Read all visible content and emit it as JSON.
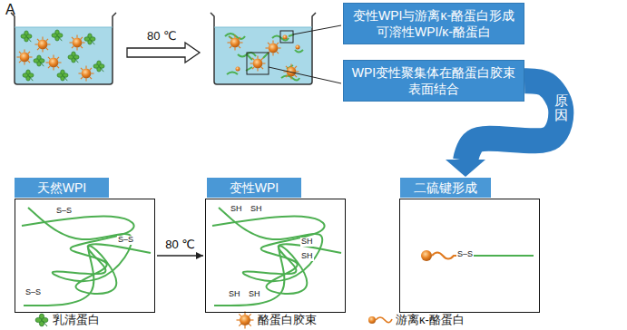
{
  "diagram": {
    "nodes": [
      {
        "text": [
          "变性WPI与游离κ-酪蛋白形成可溶性WPI/κ-酪蛋白"
        ]
      },
      {
        "text": [
          "WPI变性聚集体在酪蛋白胶束表面结合"
        ]
      },
      {
        "text": [
          "天然WPI"
        ]
      },
      {
        "text": [
          "S–S",
          "S–S",
          "S–S"
        ]
      },
      {
        "text": [
          "变性WPI"
        ]
      },
      {
        "text": [
          "SH",
          "SH",
          "SH",
          "SH",
          "SH",
          "SH"
        ]
      },
      {
        "text": [
          "二硫键形成"
        ]
      },
      {
        "text": [
          "S–S"
        ]
      }
    ],
    "edges": [
      {
        "from": 3,
        "to": 5,
        "arrow": "to",
        "label": "80 ℃"
      },
      {
        "from": 1,
        "to": 6,
        "arrow": "to",
        "label": "原因"
      }
    ],
    "labels": [
      "A",
      "80 ℃"
    ],
    "legend": [
      {
        "text": "乳清蛋白"
      },
      {
        "text": "酪蛋白胶束"
      },
      {
        "text": "游离κ-酪蛋白"
      }
    ]
  }
}
